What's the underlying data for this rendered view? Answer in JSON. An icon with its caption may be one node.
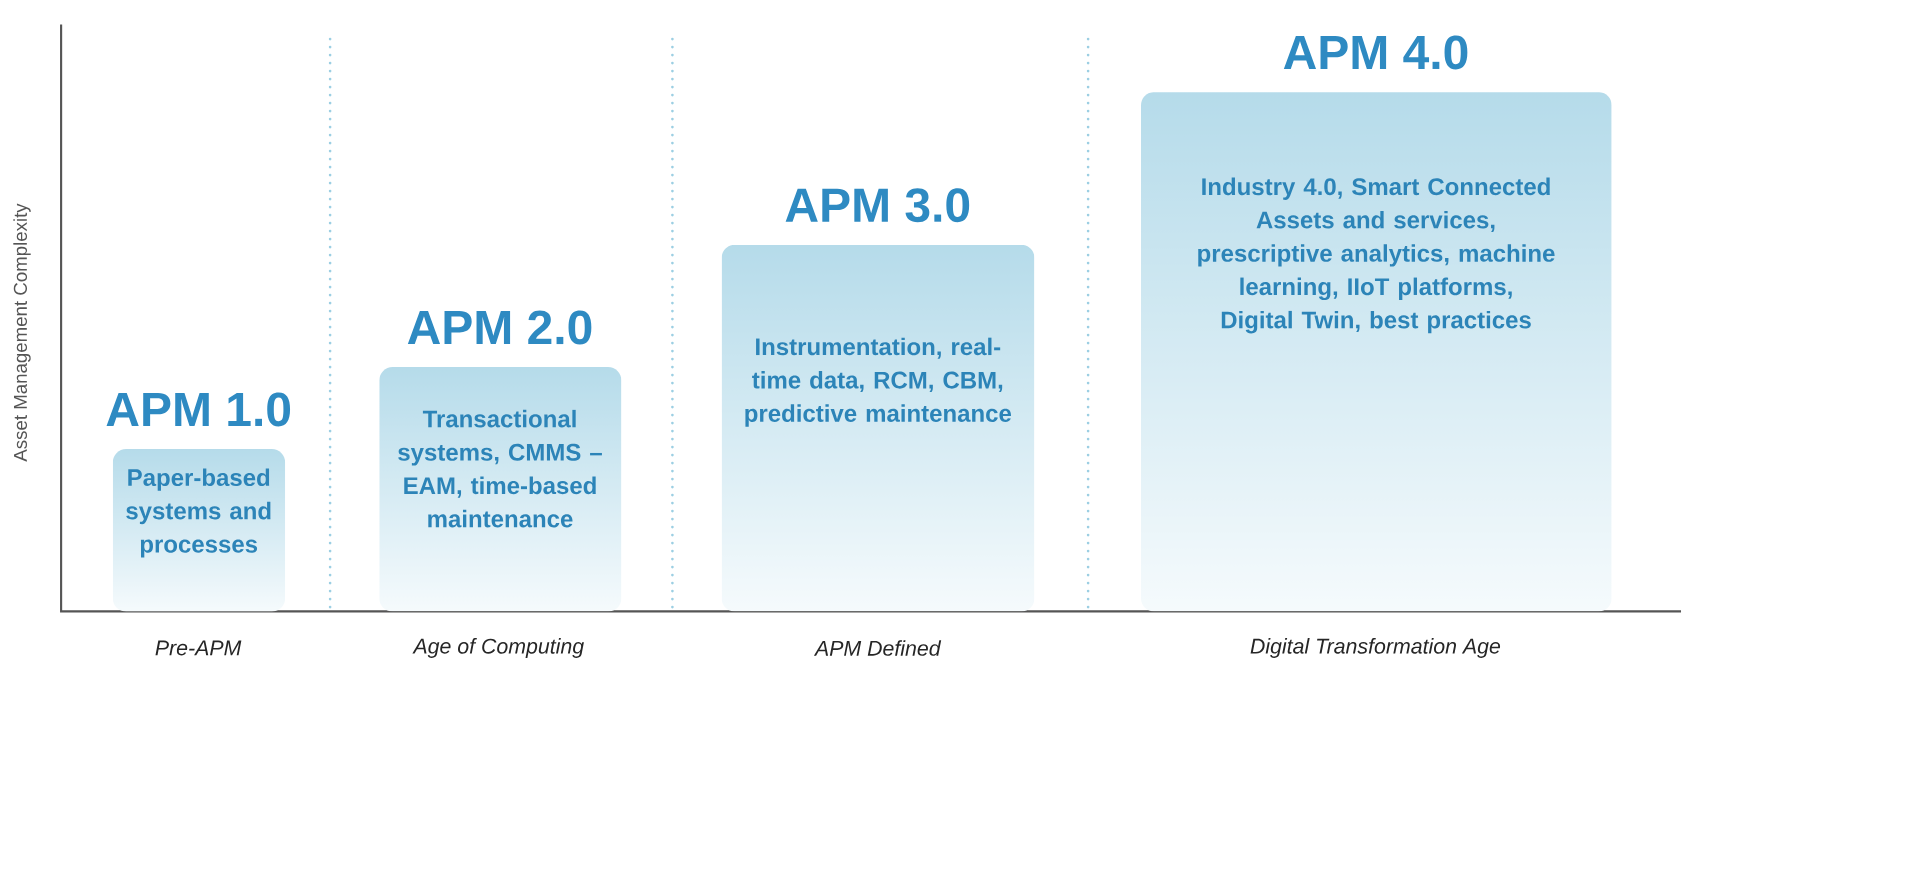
{
  "diagram": {
    "nodes": [
      {
        "text": [
          "APM 1.0",
          "Paper-based systems and processes"
        ]
      },
      {
        "text": [
          "APM 2.0",
          "Transactional systems, CMMS – EAM, time-based maintenance"
        ]
      },
      {
        "text": [
          "APM 3.0",
          "Instrumentation, real-time data, RCM, CBM, predictive maintenance"
        ]
      },
      {
        "text": [
          "APM 4.0",
          "Industry 4.0, Smart Connected Assets and services, prescriptive analytics, machine learning, IIoT platforms, Digital Twin, best practices"
        ]
      }
    ],
    "labels": [
      "Asset Management Complexity",
      "Pre-APM",
      "Age of Computing",
      "APM Defined",
      "Digital Transformation Age"
    ]
  }
}
